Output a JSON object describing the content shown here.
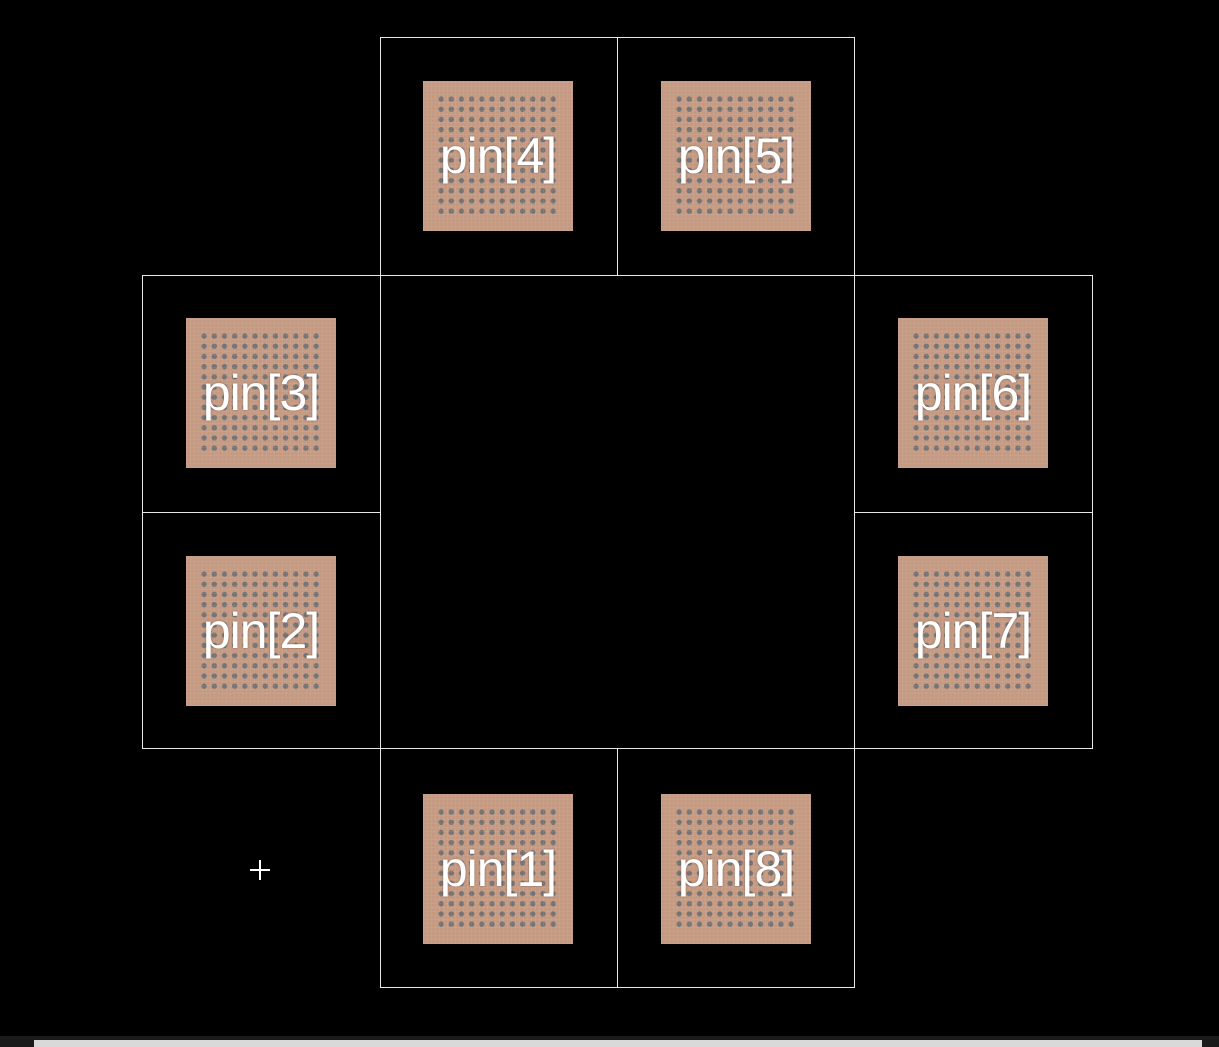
{
  "layout_view": {
    "background_color": "#000000",
    "outline_color": "#e8e8e8",
    "pad_color": "#c59a82",
    "via_color": "#6a6e74",
    "label_color": "#ffffff"
  },
  "pins": [
    {
      "id": "pin1",
      "label": "pin[1]"
    },
    {
      "id": "pin2",
      "label": "pin[2]"
    },
    {
      "id": "pin3",
      "label": "pin[3]"
    },
    {
      "id": "pin4",
      "label": "pin[4]"
    },
    {
      "id": "pin5",
      "label": "pin[5]"
    },
    {
      "id": "pin6",
      "label": "pin[6]"
    },
    {
      "id": "pin7",
      "label": "pin[7]"
    },
    {
      "id": "pin8",
      "label": "pin[8]"
    }
  ],
  "origin_marker_icon": "crosshair-icon"
}
